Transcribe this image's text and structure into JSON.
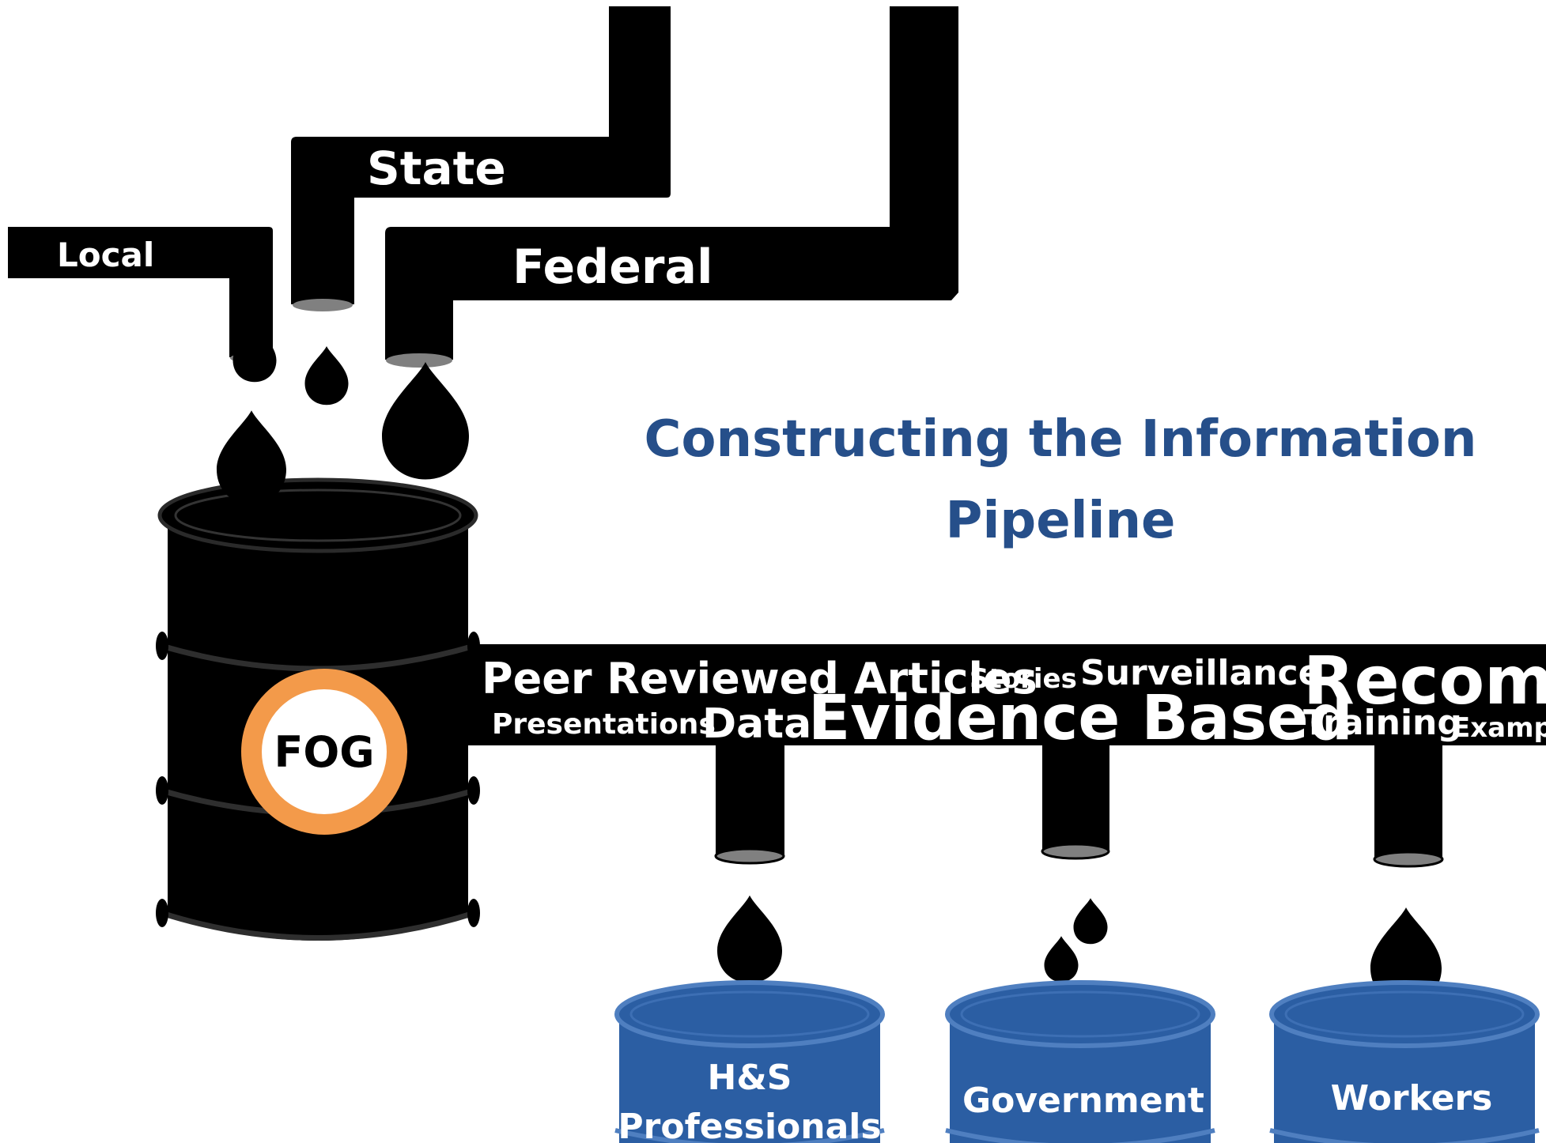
{
  "title": {
    "line1": "Constructing the Information",
    "line2": "Pipeline"
  },
  "sources": {
    "local": "Local",
    "state": "State",
    "federal": "Federal"
  },
  "central_barrel": {
    "label": "FOG"
  },
  "pipeline_words": {
    "peer_reviewed_articles": "Peer Reviewed Articles",
    "stories": "Stories",
    "surveillance": "Surveillance",
    "recomm": "Recomm",
    "presentations": "Presentations",
    "data": "Data",
    "evidence_based": "Evidence Based",
    "training": "Training",
    "examp": "Examp"
  },
  "destinations": {
    "hs_line1": "H&S",
    "hs_line2": "Professionals",
    "government": "Government",
    "workers": "Workers"
  },
  "colors": {
    "pipe": "#000000",
    "title": "#264f8a",
    "destination_barrel": "#2b5ea3",
    "destination_barrel_rim": "#4f7fc0",
    "fog_ring": "#f39a4a",
    "pipe_opening": "#808080"
  }
}
